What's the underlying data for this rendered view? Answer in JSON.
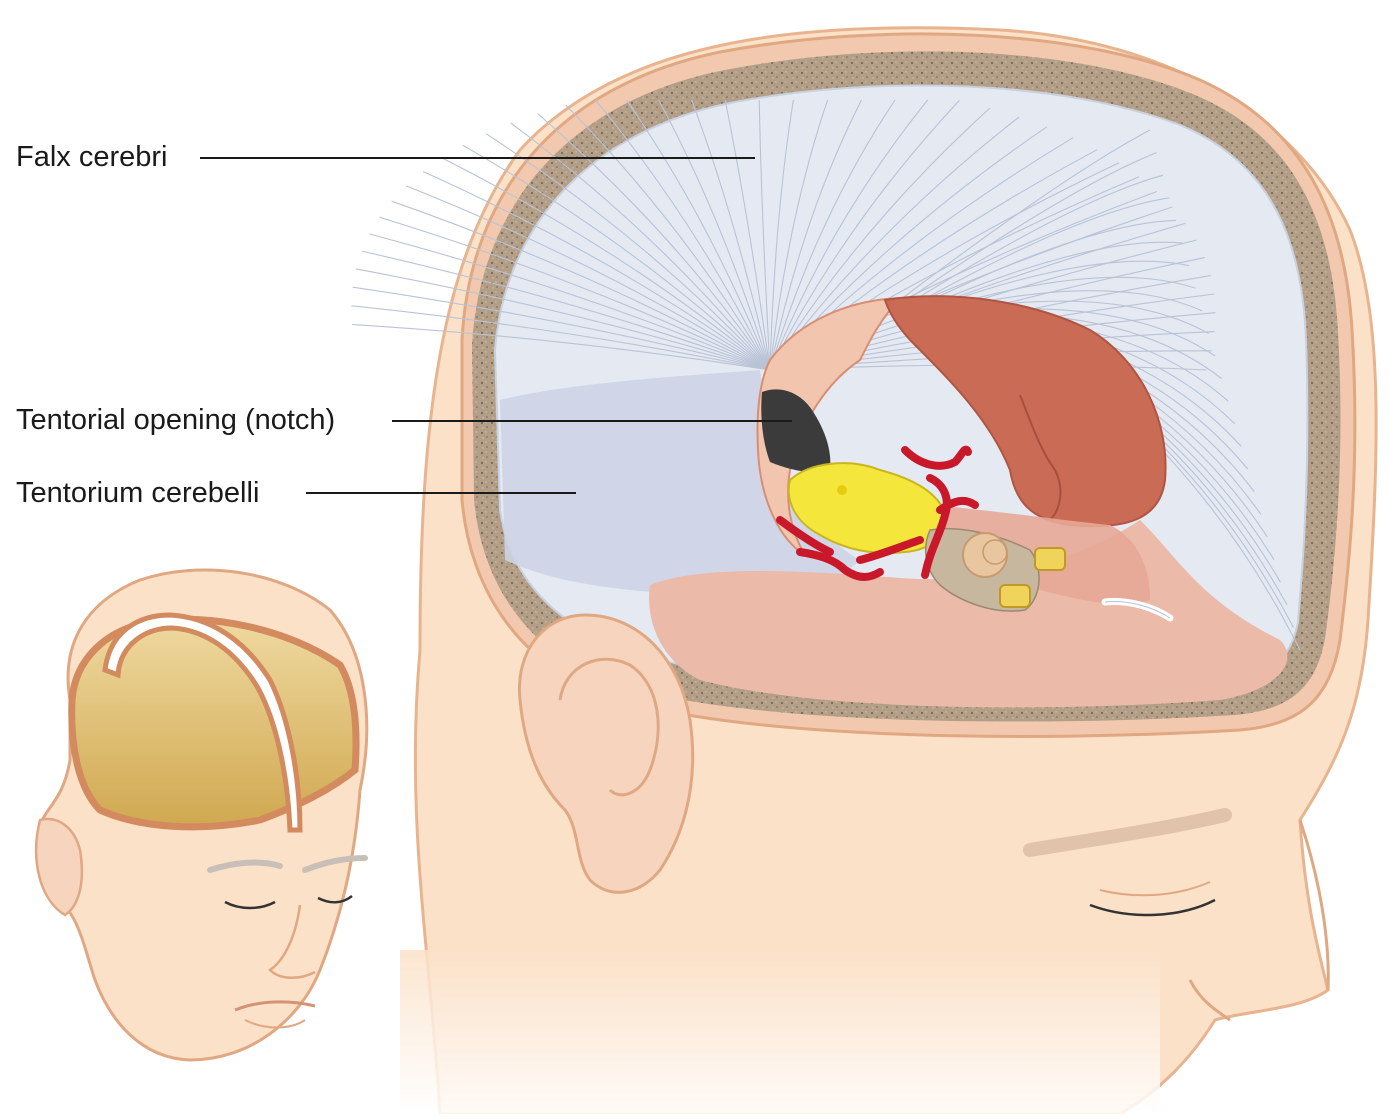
{
  "labels": {
    "falx_cerebri": "Falx cerebri",
    "tentorial_opening": "Tentorial opening (notch)",
    "tentorium_cerebelli": "Tentorium cerebelli"
  },
  "colors": {
    "skin": "#fbe1c8",
    "skin_outline": "#e8b48f",
    "skull_bone": "#a99480",
    "falx_membrane": "#e3e8f1",
    "tentorium": "#ccd3e4",
    "brainstem_red": "#c96b55",
    "floor_pink": "#e9b5a6",
    "vessels": "#c8182a",
    "nerve_yellow": "#f5e63c",
    "notch_dark": "#3b3b3b",
    "small_skull_fill": "#dcb96a"
  }
}
